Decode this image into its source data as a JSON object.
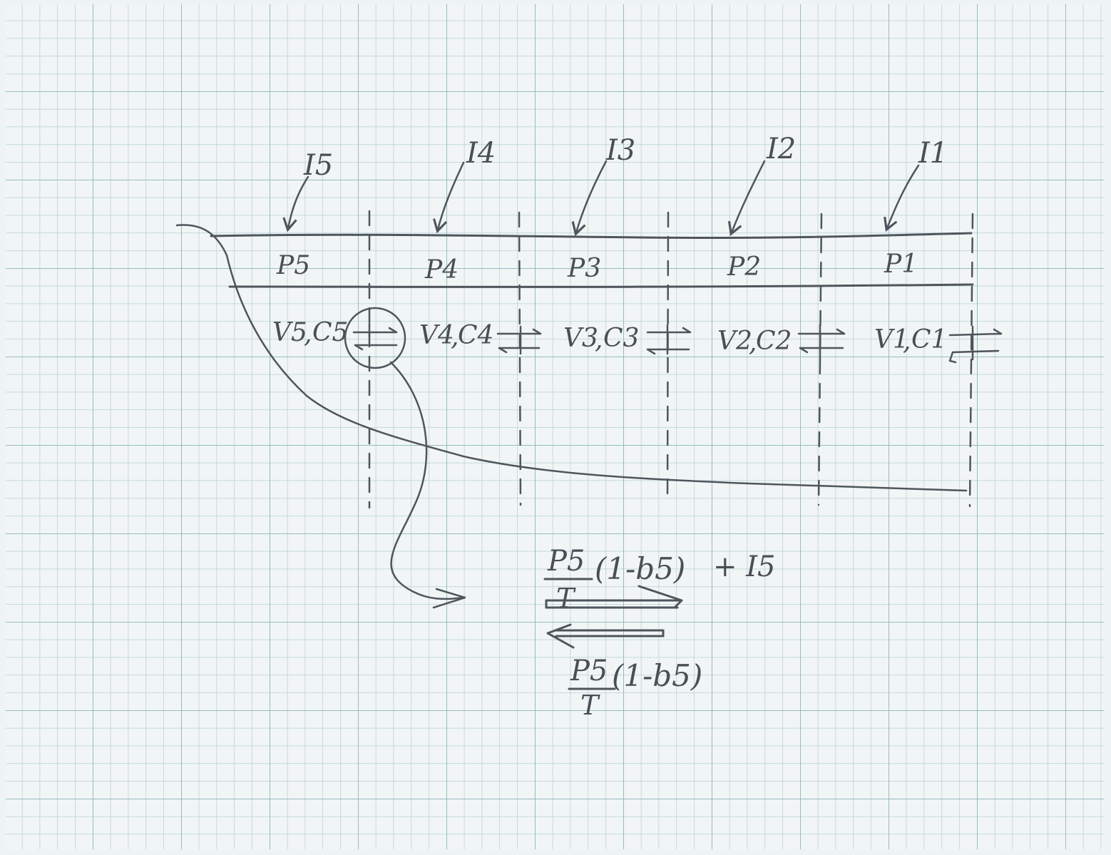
{
  "colors": {
    "paper": "#eef3f3",
    "grid": "#9fc2c8",
    "ink": "#4f555c"
  },
  "inflows": [
    "I5",
    "I4",
    "I3",
    "I2",
    "I1"
  ],
  "segments": [
    {
      "p": "P5",
      "v": "V5",
      "c": "C5"
    },
    {
      "p": "P4",
      "v": "V4",
      "c": "C4"
    },
    {
      "p": "P3",
      "v": "V3",
      "c": "C3"
    },
    {
      "p": "P2",
      "v": "V2",
      "c": "C2"
    },
    {
      "p": "P1",
      "v": "V1",
      "c": "C1"
    }
  ],
  "exchange": {
    "forward": {
      "numerator": "P5",
      "denominator": "T",
      "factor": "(1-b5)",
      "plus": "+ I5"
    },
    "backward": {
      "numerator": "P5",
      "denominator": "T",
      "factor": "(1-b5)"
    }
  }
}
